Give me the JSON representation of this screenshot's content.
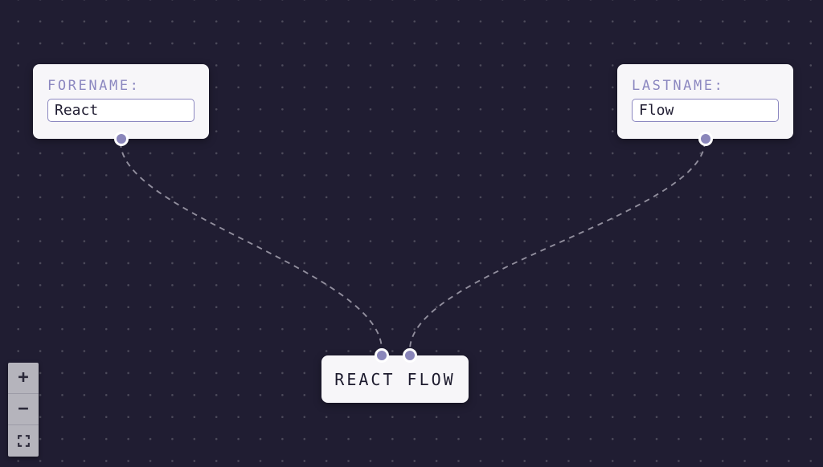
{
  "canvas": {
    "background_color": "#201d32",
    "dot_color": "#4d4b5b"
  },
  "nodes": {
    "forename": {
      "label": "FORENAME:",
      "value": "React"
    },
    "lastname": {
      "label": "LASTNAME:",
      "value": "Flow"
    },
    "result": {
      "label": "REACT FLOW"
    }
  },
  "edges": [
    {
      "id": "edge-forename-to-result",
      "from": "forename",
      "to": "result",
      "style": "dashed"
    },
    {
      "id": "edge-lastname-to-result",
      "from": "lastname",
      "to": "result",
      "style": "dashed"
    }
  ],
  "controls": {
    "zoom_in": "+",
    "zoom_out": "−",
    "fit_view": "fit-view"
  },
  "colors": {
    "node_background": "#f7f6f9",
    "accent_purple": "#8b87c0",
    "handle_fill": "#8a86ba",
    "edge_stroke": "#918e9d",
    "dark_text": "#1d1b2e",
    "controls_background": "#b5b4bc"
  }
}
